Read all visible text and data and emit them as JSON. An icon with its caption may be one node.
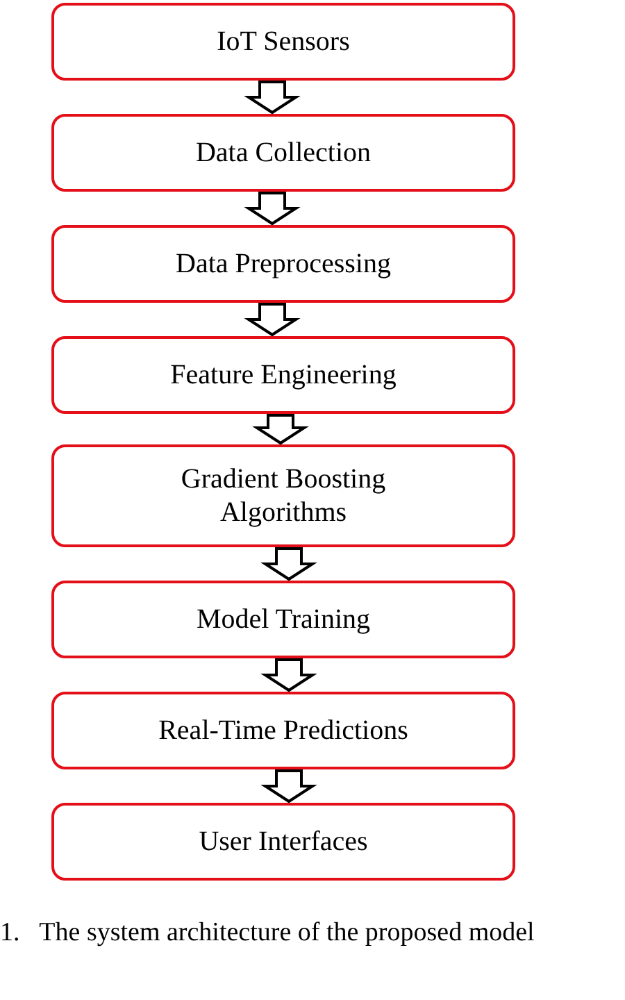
{
  "diagram": {
    "caption": "1.   The system architecture of the proposed model",
    "nodes": [
      {
        "text": [
          "IoT Sensors"
        ]
      },
      {
        "text": [
          "Data Collection"
        ]
      },
      {
        "text": [
          "Data Preprocessing"
        ]
      },
      {
        "text": [
          "Feature Engineering"
        ]
      },
      {
        "text": [
          "Gradient Boosting Algorithms"
        ]
      },
      {
        "text": [
          "Model Training"
        ]
      },
      {
        "text": [
          "Real-Time Predictions"
        ]
      },
      {
        "text": [
          "User Interfaces"
        ]
      }
    ],
    "edges": [
      {
        "from": 0,
        "to": 1,
        "arrow": "to"
      },
      {
        "from": 1,
        "to": 2,
        "arrow": "to"
      },
      {
        "from": 2,
        "to": 3,
        "arrow": "to"
      },
      {
        "from": 3,
        "to": 4,
        "arrow": "to"
      },
      {
        "from": 4,
        "to": 5,
        "arrow": "to"
      },
      {
        "from": 5,
        "to": 6,
        "arrow": "to"
      },
      {
        "from": 6,
        "to": 7,
        "arrow": "to"
      }
    ]
  }
}
